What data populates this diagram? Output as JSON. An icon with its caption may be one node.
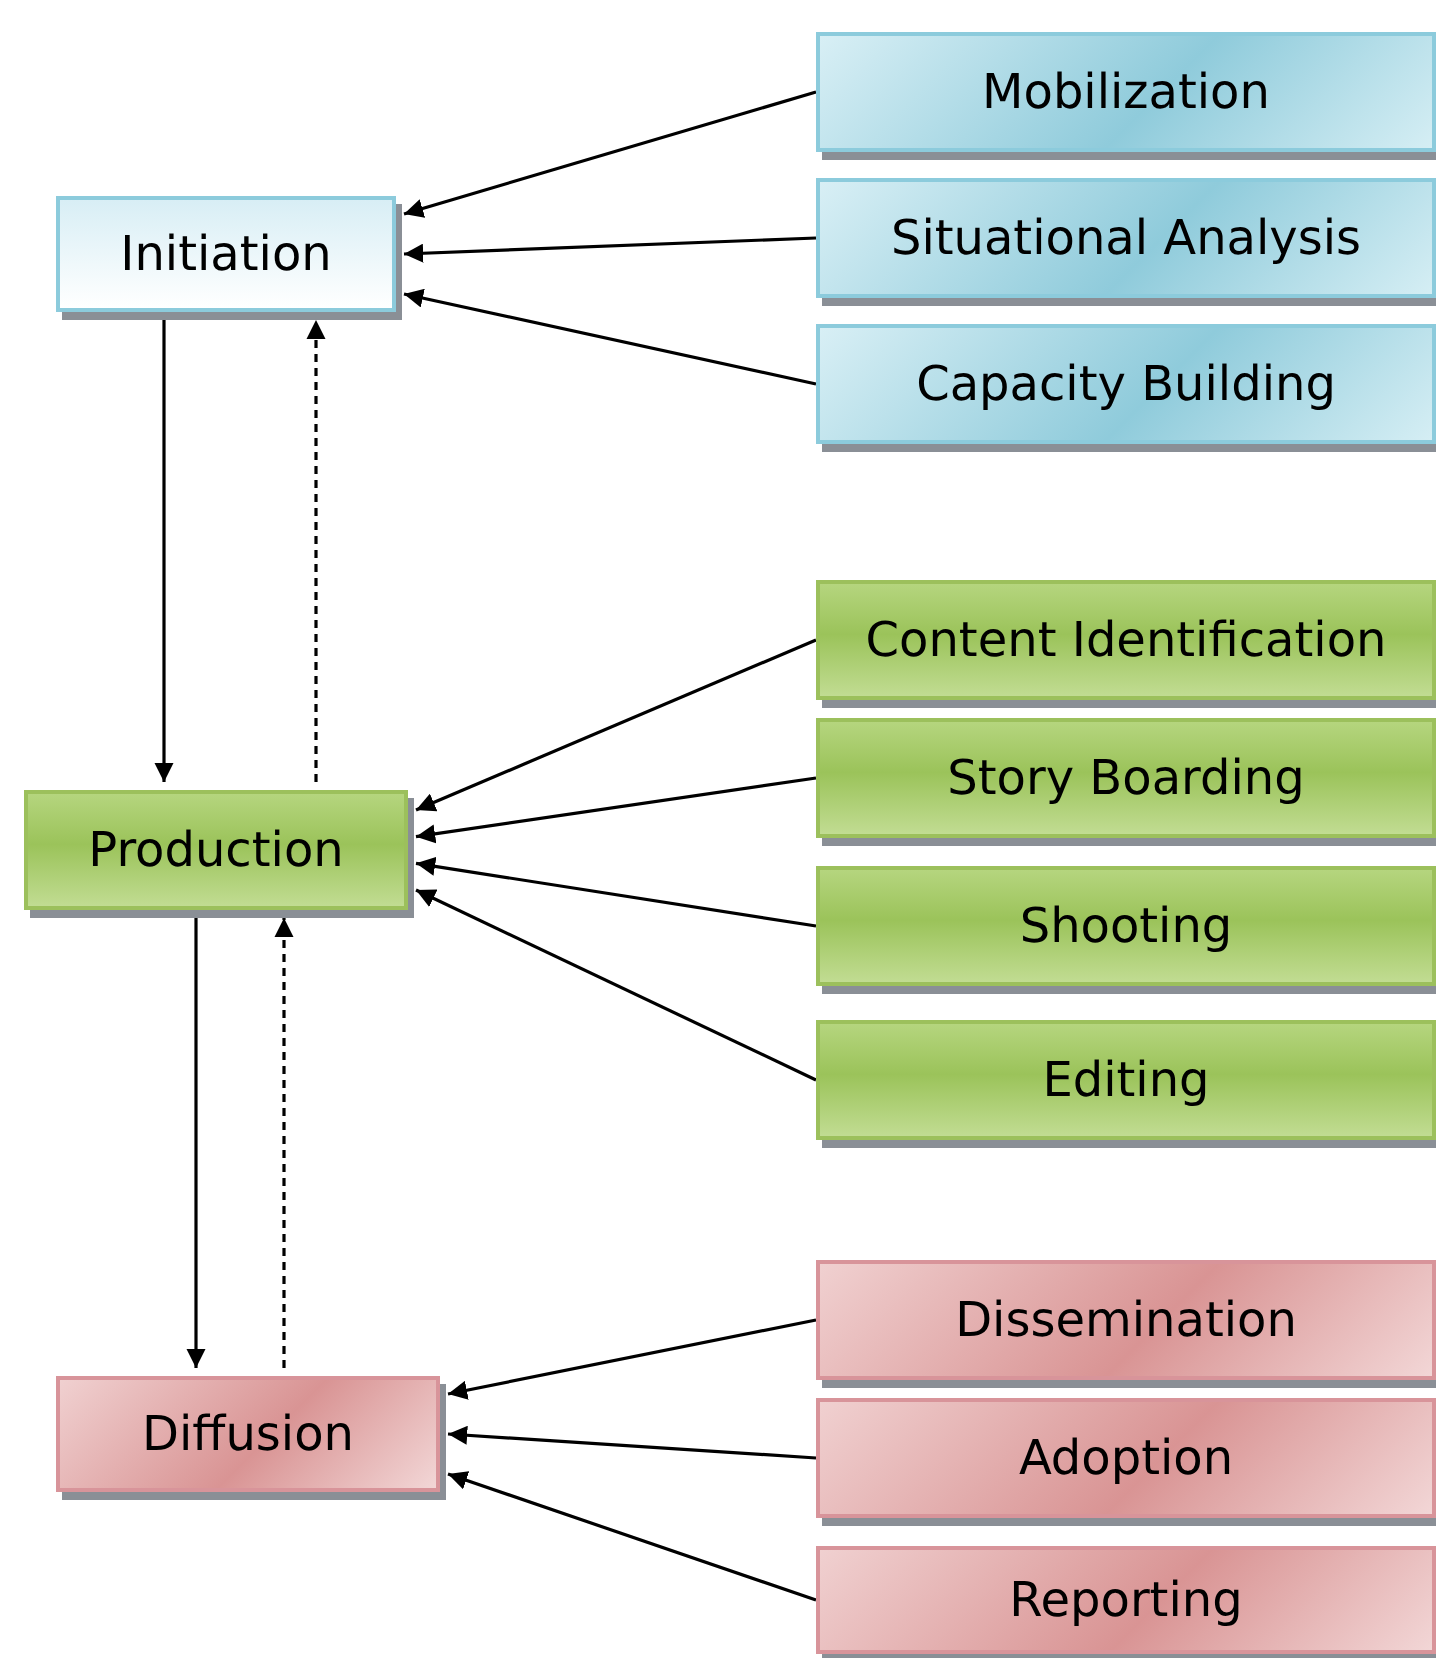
{
  "diagram": {
    "nodes": [
      {
        "text": [
          "Initiation"
        ]
      },
      {
        "text": [
          "Mobilization"
        ]
      },
      {
        "text": [
          "Situational Analysis"
        ]
      },
      {
        "text": [
          "Capacity Building"
        ]
      },
      {
        "text": [
          "Production"
        ]
      },
      {
        "text": [
          "Content Identification"
        ]
      },
      {
        "text": [
          "Story Boarding"
        ]
      },
      {
        "text": [
          "Shooting"
        ]
      },
      {
        "text": [
          "Editing"
        ]
      },
      {
        "text": [
          "Diffusion"
        ]
      },
      {
        "text": [
          "Dissemination"
        ]
      },
      {
        "text": [
          "Adoption"
        ]
      },
      {
        "text": [
          "Reporting"
        ]
      }
    ],
    "edges": [
      {
        "from": 1,
        "to": 0,
        "arrow": "to"
      },
      {
        "from": 2,
        "to": 0,
        "arrow": "to"
      },
      {
        "from": 3,
        "to": 0,
        "arrow": "to"
      },
      {
        "from": 0,
        "to": 4,
        "arrow": "to"
      },
      {
        "from": 4,
        "to": 0,
        "arrow": "to",
        "style": "dashed"
      },
      {
        "from": 5,
        "to": 4,
        "arrow": "to"
      },
      {
        "from": 6,
        "to": 4,
        "arrow": "to"
      },
      {
        "from": 7,
        "to": 4,
        "arrow": "to"
      },
      {
        "from": 8,
        "to": 4,
        "arrow": "to"
      },
      {
        "from": 4,
        "to": 9,
        "arrow": "to"
      },
      {
        "from": 9,
        "to": 4,
        "arrow": "to",
        "style": "dashed"
      },
      {
        "from": 10,
        "to": 9,
        "arrow": "to"
      },
      {
        "from": 11,
        "to": 9,
        "arrow": "to"
      },
      {
        "from": 12,
        "to": 9,
        "arrow": "to"
      }
    ]
  }
}
